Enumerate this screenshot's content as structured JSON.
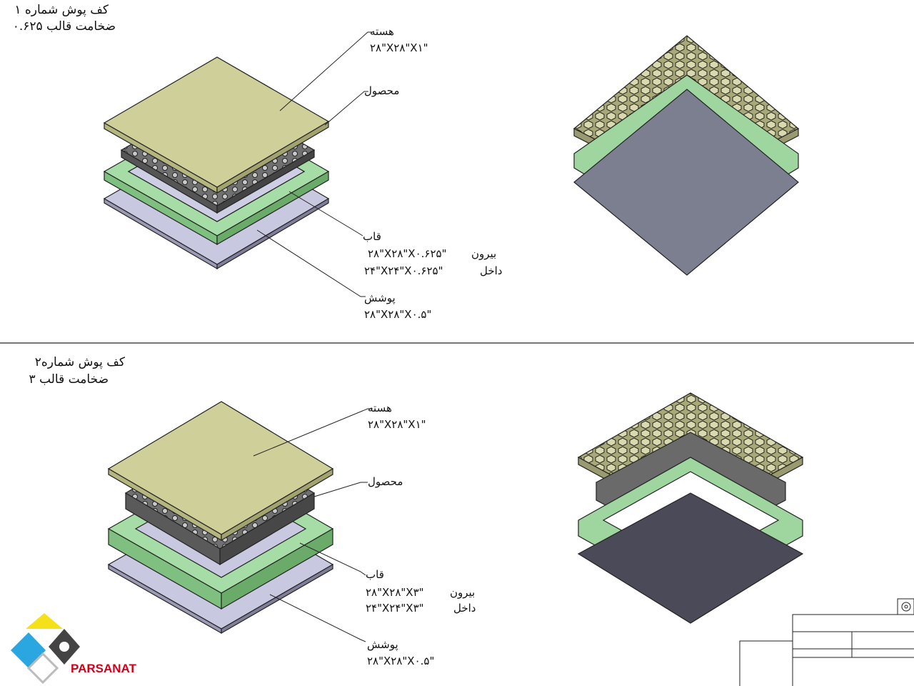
{
  "section1": {
    "title": "کف پوش شماره ۱",
    "subtitle": "ضخامت قالب ۰.۶۲۵",
    "core_label": "هسته",
    "core_dim": "۲۸\"X۲۸\"X۱\"",
    "product_label": "محصول",
    "frame_label": "قاب",
    "outer_label": "بیرون",
    "outer_dim": "۲۸\"X۲۸\"X۰.۶۲۵\"",
    "inner_label": "داخل",
    "inner_dim": "۲۴\"X۲۴\"X۰.۶۲۵\"",
    "cover_label": "پوشش",
    "cover_dim": "۲۸\"X۲۸\"X۰.۵\""
  },
  "section2": {
    "title": "کف پوش شماره۲",
    "subtitle": "ضخامت قالب ۳",
    "core_label": "هسته",
    "core_dim": "۲۸\"X۲۸\"X۱\"",
    "product_label": "محصول",
    "frame_label": "قاب",
    "outer_label": "بیرون",
    "outer_dim": "۲۸\"X۲۸\"X۳\"",
    "inner_label": "داخل",
    "inner_dim": "۲۴\"X۲۴\"X۳\"",
    "cover_label": "پوشش",
    "cover_dim": "۲۸\"X۲۸\"X۰.۵\""
  },
  "logo": {
    "text": "PARSANAT"
  },
  "colors": {
    "core": "#cfcf9a",
    "honeycomb": "#6f6f6f",
    "frame": "#9fd59f",
    "cover": "#c8c8e0",
    "cover_dark": "#4a4a58",
    "accent": "#d0021b"
  }
}
